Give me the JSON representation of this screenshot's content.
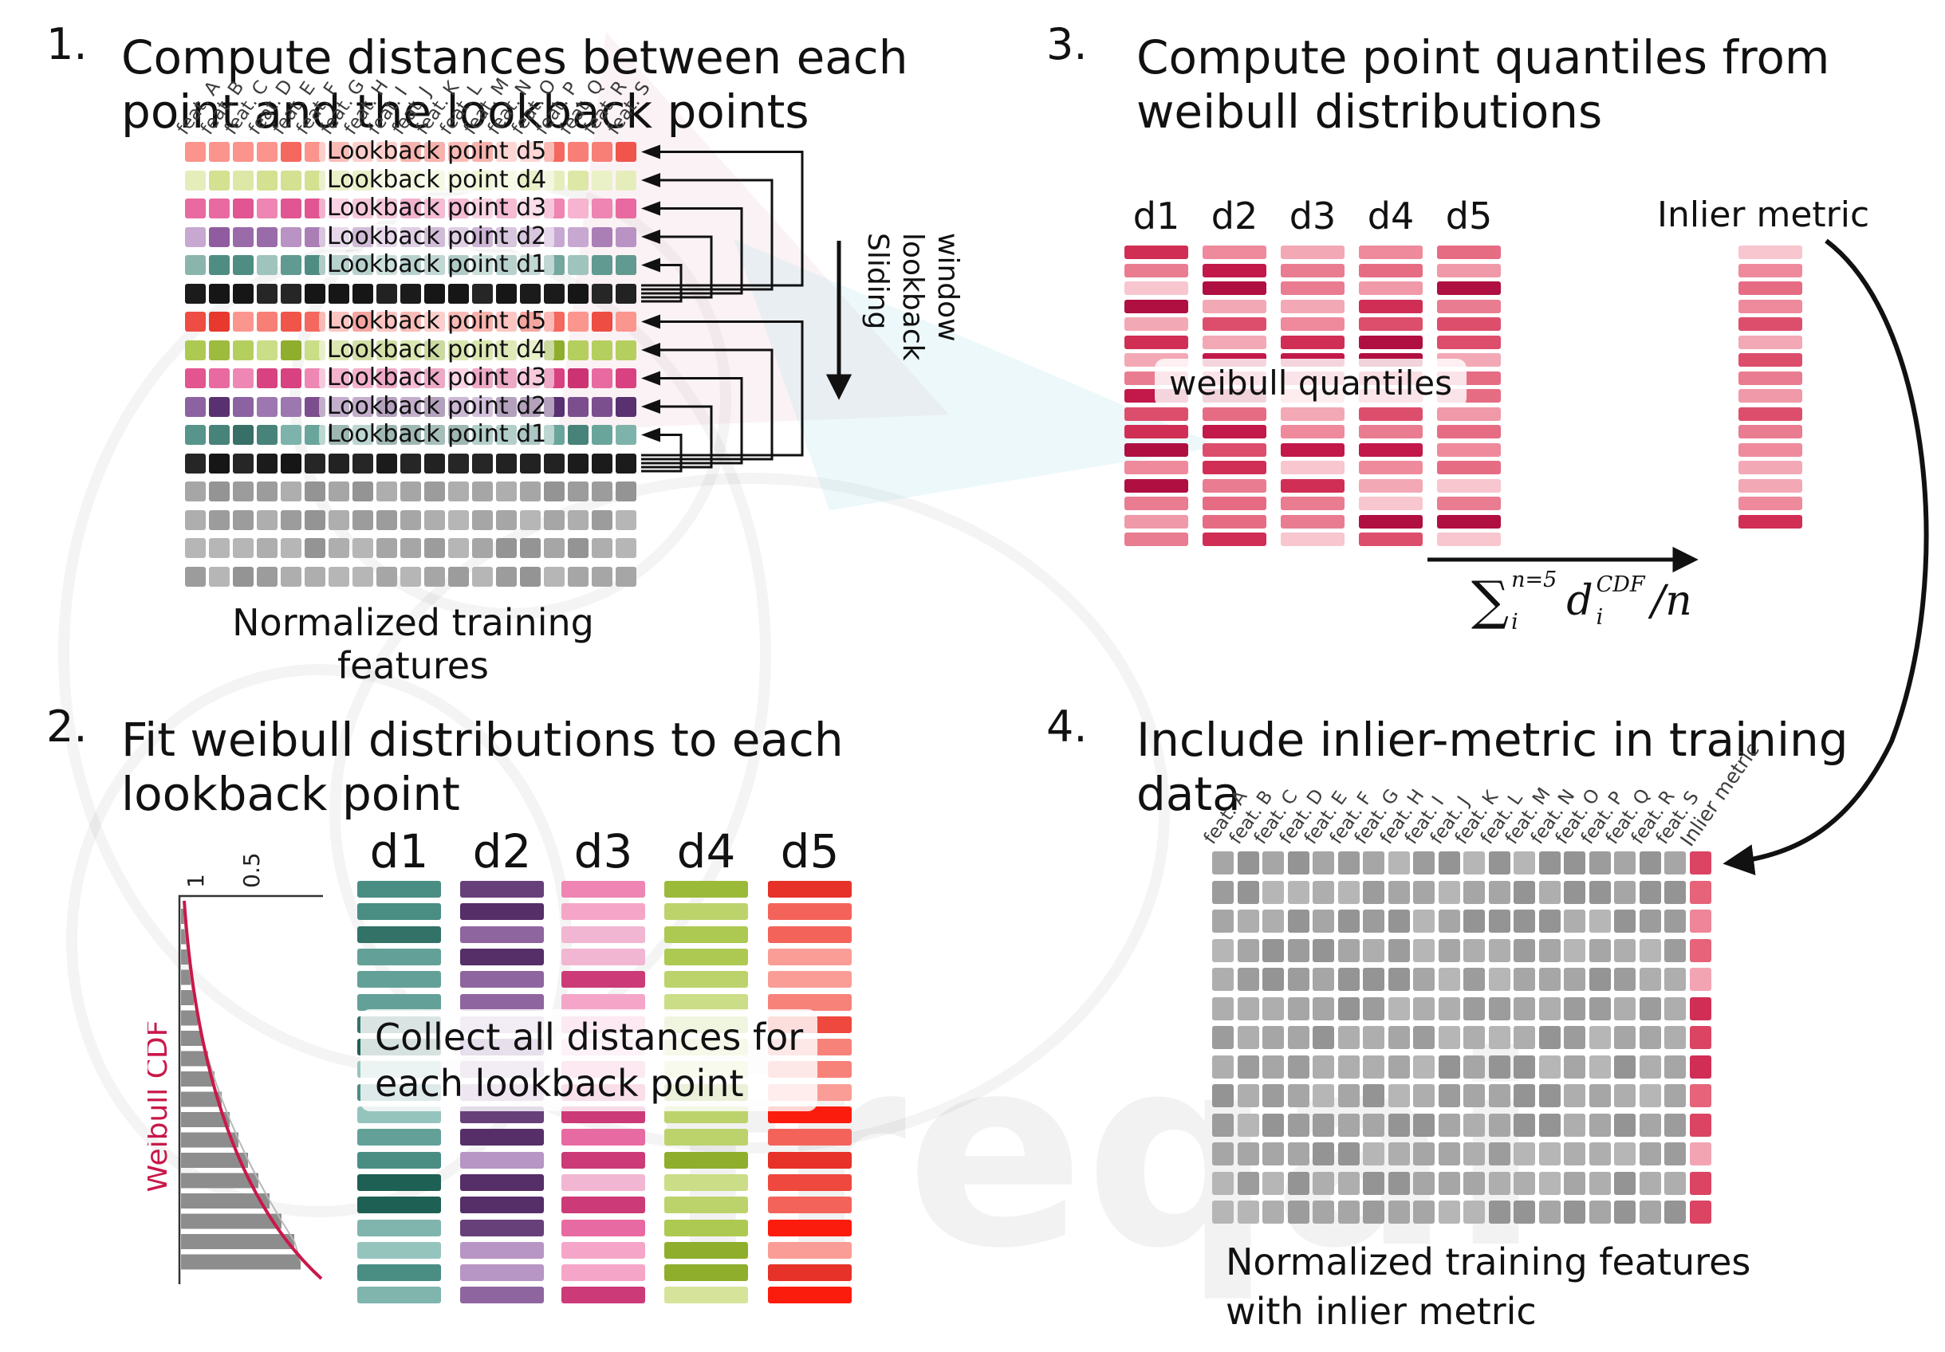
{
  "watermark_text": "freqai",
  "features": [
    "feat. A",
    "feat. B",
    "feat. C",
    "feat. D",
    "feat. E",
    "feat. F",
    "feat. G",
    "feat. H",
    "feat. I",
    "feat. J",
    "feat. K",
    "feat. L",
    "feat. M",
    "feat. N",
    "feat. O",
    "feat. P",
    "feat. Q",
    "feat. R",
    "feat. S"
  ],
  "palettes": {
    "red_l": [
      "#f4685f",
      "#f87f76",
      "#ef554b",
      "#fa948c",
      "#fca49d",
      "#f4685f"
    ],
    "green_l": [
      "#dde8a6",
      "#e5eebb",
      "#d3e191",
      "#ebf1c6",
      "#cfdd85"
    ],
    "pink_l": [
      "#ee85b2",
      "#f29ec3",
      "#e86aa0",
      "#f6b4d0",
      "#e25593"
    ],
    "purple_l": [
      "#a97fb6",
      "#b893c3",
      "#9a6ba9",
      "#c7a8d1",
      "#8f5c9f"
    ],
    "teal_l": [
      "#74a79e",
      "#8ab5ad",
      "#609a90",
      "#9fc4bd",
      "#4f8d82"
    ],
    "red": [
      "#f0554a",
      "#f4685f",
      "#e8392e",
      "#f87f76",
      "#fb968e",
      "#ed4d42"
    ],
    "green": [
      "#aec952",
      "#bcd46e",
      "#9dbb3c",
      "#cadd87",
      "#8fae2d",
      "#b5cf5f"
    ],
    "pink": [
      "#e2558f",
      "#e86aa0",
      "#d84280",
      "#ef87b4",
      "#f5a3c6",
      "#cc3372"
    ],
    "purple": [
      "#7b4f8e",
      "#8c62a0",
      "#6a3f7d",
      "#9d77b0",
      "#593070",
      "#b08cc0"
    ],
    "teal": [
      "#48837a",
      "#57948a",
      "#386f66",
      "#6aa59b",
      "#2a6057",
      "#7db3aa"
    ],
    "black": [
      "#1b1b1b",
      "#222222",
      "#161616",
      "#262626"
    ],
    "gray": [
      "#a6a6a6",
      "#aeaeae",
      "#9c9c9c",
      "#b6b6b6",
      "#949494"
    ],
    "quantile": [
      "#f7c6ce",
      "#f3a8b5",
      "#ee8a9c",
      "#e66c84",
      "#dd4e6c",
      "#d02e55",
      "#c2184a",
      "#b00f41",
      "#f099a8",
      "#e97c90"
    ],
    "p4red": [
      "#ee8598",
      "#f3a4b3",
      "#e6637a",
      "#db4463",
      "#f6bcc6",
      "#d02e55"
    ],
    "d1": [
      "#4a8d83",
      "#63a198",
      "#7fb5ad",
      "#327267",
      "#95c4bd",
      "#1e6054"
    ],
    "d2": [
      "#7b4f8e",
      "#8f65a0",
      "#a37cb2",
      "#67407a",
      "#b795c4",
      "#562e68"
    ],
    "d3": [
      "#e86aa2",
      "#ee85b3",
      "#db4f8c",
      "#f5a6c8",
      "#cc3a78",
      "#f1b6d2"
    ],
    "d4": [
      "#aec952",
      "#bcd36c",
      "#9cba3a",
      "#cbdd86",
      "#8fae2c",
      "#d5e49a"
    ],
    "d5": [
      "#f4635a",
      "#f7827a",
      "#ef483e",
      "#fa9d96",
      "#e63228",
      "#fc1c0e"
    ]
  },
  "panel1": {
    "number": "1.",
    "title_lines": [
      "Compute distances between each",
      "point and the lookback points"
    ],
    "sliding_label": "Sliding lookback window",
    "caption": "Normalized training features",
    "rows": [
      {
        "type": "lookback",
        "label": "Lookback point d5",
        "palette": "red_l"
      },
      {
        "type": "lookback",
        "label": "Lookback point d4",
        "palette": "green_l"
      },
      {
        "type": "lookback",
        "label": "Lookback point d3",
        "palette": "pink_l"
      },
      {
        "type": "lookback",
        "label": "Lookback point d2",
        "palette": "purple_l"
      },
      {
        "type": "lookback",
        "label": "Lookback point d1",
        "palette": "teal_l"
      },
      {
        "type": "current",
        "palette": "black"
      },
      {
        "type": "lookback",
        "label": "Lookback point d5",
        "palette": "red"
      },
      {
        "type": "lookback",
        "label": "Lookback point d4",
        "palette": "green"
      },
      {
        "type": "lookback",
        "label": "Lookback point d3",
        "palette": "pink"
      },
      {
        "type": "lookback",
        "label": "Lookback point d2",
        "palette": "purple"
      },
      {
        "type": "lookback",
        "label": "Lookback point d1",
        "palette": "teal"
      },
      {
        "type": "current",
        "palette": "black"
      },
      {
        "type": "plain",
        "palette": "gray"
      },
      {
        "type": "plain",
        "palette": "gray"
      },
      {
        "type": "plain",
        "palette": "gray"
      },
      {
        "type": "plain",
        "palette": "gray"
      }
    ]
  },
  "panel2": {
    "number": "2.",
    "title_lines": [
      "Fit weibull distributions to each",
      "lookback point"
    ],
    "cdf_label": "Weibull CDF",
    "tick_labels": [
      "1",
      "0.5"
    ],
    "overlay_lines": [
      "Collect all distances for",
      "each lookback point"
    ],
    "columns": [
      {
        "label": "d1",
        "palette": "d1"
      },
      {
        "label": "d2",
        "palette": "d2"
      },
      {
        "label": "d3",
        "palette": "d3"
      },
      {
        "label": "d4",
        "palette": "d4"
      },
      {
        "label": "d5",
        "palette": "d5"
      }
    ],
    "hist": [
      4,
      6,
      9,
      12,
      16,
      21,
      27,
      34,
      42,
      51,
      61,
      72,
      84,
      97,
      111,
      126,
      142,
      150
    ]
  },
  "panel3": {
    "number": "3.",
    "title_lines": [
      "Compute point quantiles from",
      "weibull distributions"
    ],
    "column_labels": [
      "d1",
      "d2",
      "d3",
      "d4",
      "d5"
    ],
    "overlay": "weibull quantiles",
    "inlier_label": "Inlier metric",
    "formula": {
      "sum": "∑",
      "sup": "n=5",
      "sub": "i",
      "d": "d",
      "d_sup": "CDF",
      "d_sub": "i",
      "den": "/n"
    }
  },
  "panel4": {
    "number": "4.",
    "title_lines": [
      "Include inlier-metric in training",
      "data"
    ],
    "inlier_header": "Inlier metric",
    "caption_lines": [
      "Normalized training features",
      "with inlier metric"
    ]
  }
}
